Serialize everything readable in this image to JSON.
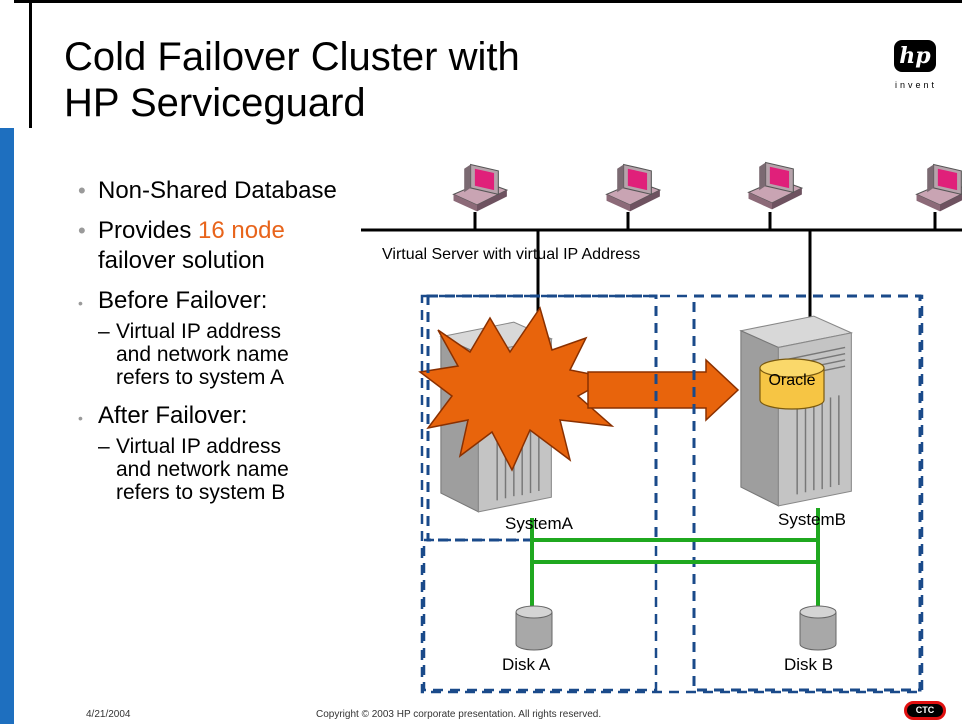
{
  "slide": {
    "title_line1": "Cold Failover Cluster with",
    "title_line2": "HP Serviceguard",
    "logo_text": "hp",
    "logo_tagline": "invent",
    "bullets": [
      {
        "text": "Non-Shared Database"
      },
      {
        "prefix": "Provides ",
        "highlight": "16 node",
        "suffix": " failover solution"
      },
      {
        "text": "Before Failover:",
        "sub": "Virtual IP address and network name refers to system A"
      },
      {
        "text": "After Failover:",
        "sub": "Virtual IP address and network name refers to system B"
      }
    ],
    "colors": {
      "accent_bar": "#1e6fbf",
      "highlight": "#e8641b",
      "network": "#000000",
      "storage_link": "#1fa81f",
      "cluster_box": "#1a4a8a",
      "explosion": "#e8640c"
    }
  },
  "diagram": {
    "virtual_server_label": "Virtual Server with virtual IP Address",
    "system_a_label": "SystemA",
    "system_b_label": "SystemB",
    "oracle_label": "Oracle",
    "disk_a_label": "Disk A",
    "disk_b_label": "Disk B"
  },
  "footer": {
    "date": "4/21/2004",
    "copyright": "Copyright © 2003 HP corporate presentation. All rights reserved.",
    "badge": "CTC"
  }
}
